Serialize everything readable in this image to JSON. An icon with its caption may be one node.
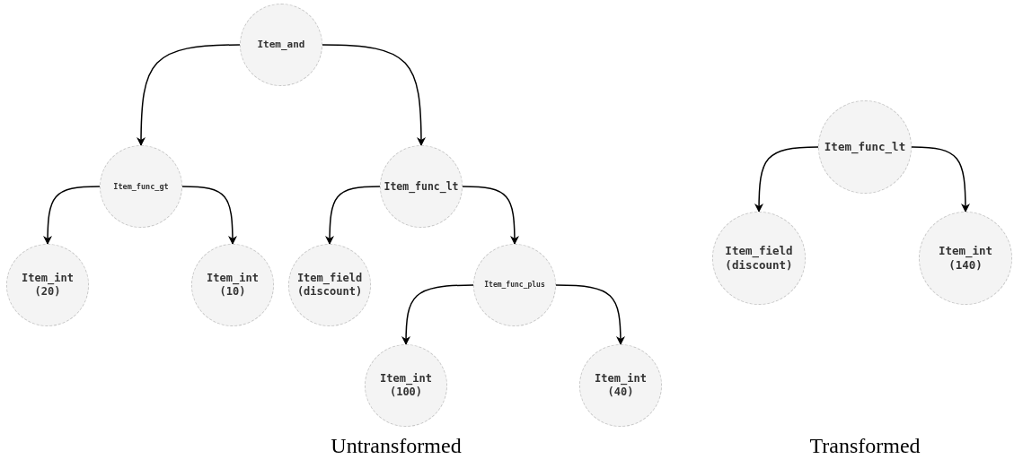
{
  "diagram": {
    "nodes": [
      {
        "text": [
          "Item_and"
        ]
      },
      {
        "text": [
          "Item_func_gt"
        ]
      },
      {
        "text": [
          "Item_func_lt"
        ]
      },
      {
        "text": [
          "Item_int (20)"
        ]
      },
      {
        "text": [
          "Item_int (10)"
        ]
      },
      {
        "text": [
          "Item_field (discount)"
        ]
      },
      {
        "text": [
          "Item_func_plus"
        ]
      },
      {
        "text": [
          "Item_int (100)"
        ]
      },
      {
        "text": [
          "Item_int (40)"
        ]
      },
      {
        "text": [
          "Item_func_lt"
        ]
      },
      {
        "text": [
          "Item_field (discount)"
        ]
      },
      {
        "text": [
          "Item_int (140)"
        ]
      }
    ],
    "edges": [
      {
        "from": 0,
        "to": 1,
        "arrow": "to"
      },
      {
        "from": 0,
        "to": 2,
        "arrow": "to"
      },
      {
        "from": 1,
        "to": 3,
        "arrow": "to"
      },
      {
        "from": 1,
        "to": 4,
        "arrow": "to"
      },
      {
        "from": 2,
        "to": 5,
        "arrow": "to"
      },
      {
        "from": 2,
        "to": 6,
        "arrow": "to"
      },
      {
        "from": 6,
        "to": 7,
        "arrow": "to"
      },
      {
        "from": 6,
        "to": 8,
        "arrow": "to"
      },
      {
        "from": 9,
        "to": 10,
        "arrow": "to"
      },
      {
        "from": 9,
        "to": 11,
        "arrow": "to"
      }
    ],
    "labels": [
      "Untransformed",
      "Transformed"
    ]
  }
}
